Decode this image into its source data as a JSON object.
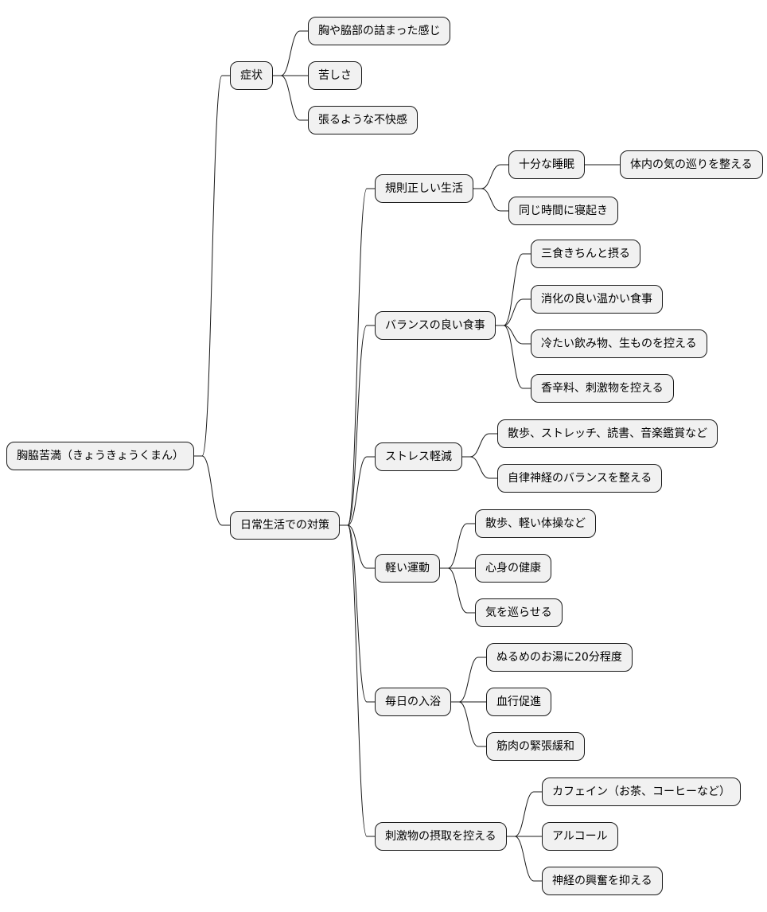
{
  "mindmap": {
    "root": {
      "label": "胸脇苦満（きょうきょうくまん）",
      "children": [
        {
          "label": "症状",
          "children": [
            {
              "label": "胸や脇部の詰まった感じ"
            },
            {
              "label": "苦しさ"
            },
            {
              "label": "張るような不快感"
            }
          ]
        },
        {
          "label": "日常生活での対策",
          "children": [
            {
              "label": "規則正しい生活",
              "children": [
                {
                  "label": "十分な睡眠",
                  "children": [
                    {
                      "label": "体内の気の巡りを整える"
                    }
                  ]
                },
                {
                  "label": "同じ時間に寝起き"
                }
              ]
            },
            {
              "label": "バランスの良い食事",
              "children": [
                {
                  "label": "三食きちんと摂る"
                },
                {
                  "label": "消化の良い温かい食事"
                },
                {
                  "label": "冷たい飲み物、生ものを控える"
                },
                {
                  "label": "香辛料、刺激物を控える"
                }
              ]
            },
            {
              "label": "ストレス軽減",
              "children": [
                {
                  "label": "散歩、ストレッチ、読書、音楽鑑賞など"
                },
                {
                  "label": "自律神経のバランスを整える"
                }
              ]
            },
            {
              "label": "軽い運動",
              "children": [
                {
                  "label": "散歩、軽い体操など"
                },
                {
                  "label": "心身の健康"
                },
                {
                  "label": "気を巡らせる"
                }
              ]
            },
            {
              "label": "毎日の入浴",
              "children": [
                {
                  "label": "ぬるめのお湯に20分程度"
                },
                {
                  "label": "血行促進"
                },
                {
                  "label": "筋肉の緊張緩和"
                }
              ]
            },
            {
              "label": "刺激物の摂取を控える",
              "children": [
                {
                  "label": "カフェイン（お茶、コーヒーなど）"
                },
                {
                  "label": "アルコール"
                },
                {
                  "label": "神経の興奮を抑える"
                }
              ]
            }
          ]
        }
      ]
    }
  }
}
